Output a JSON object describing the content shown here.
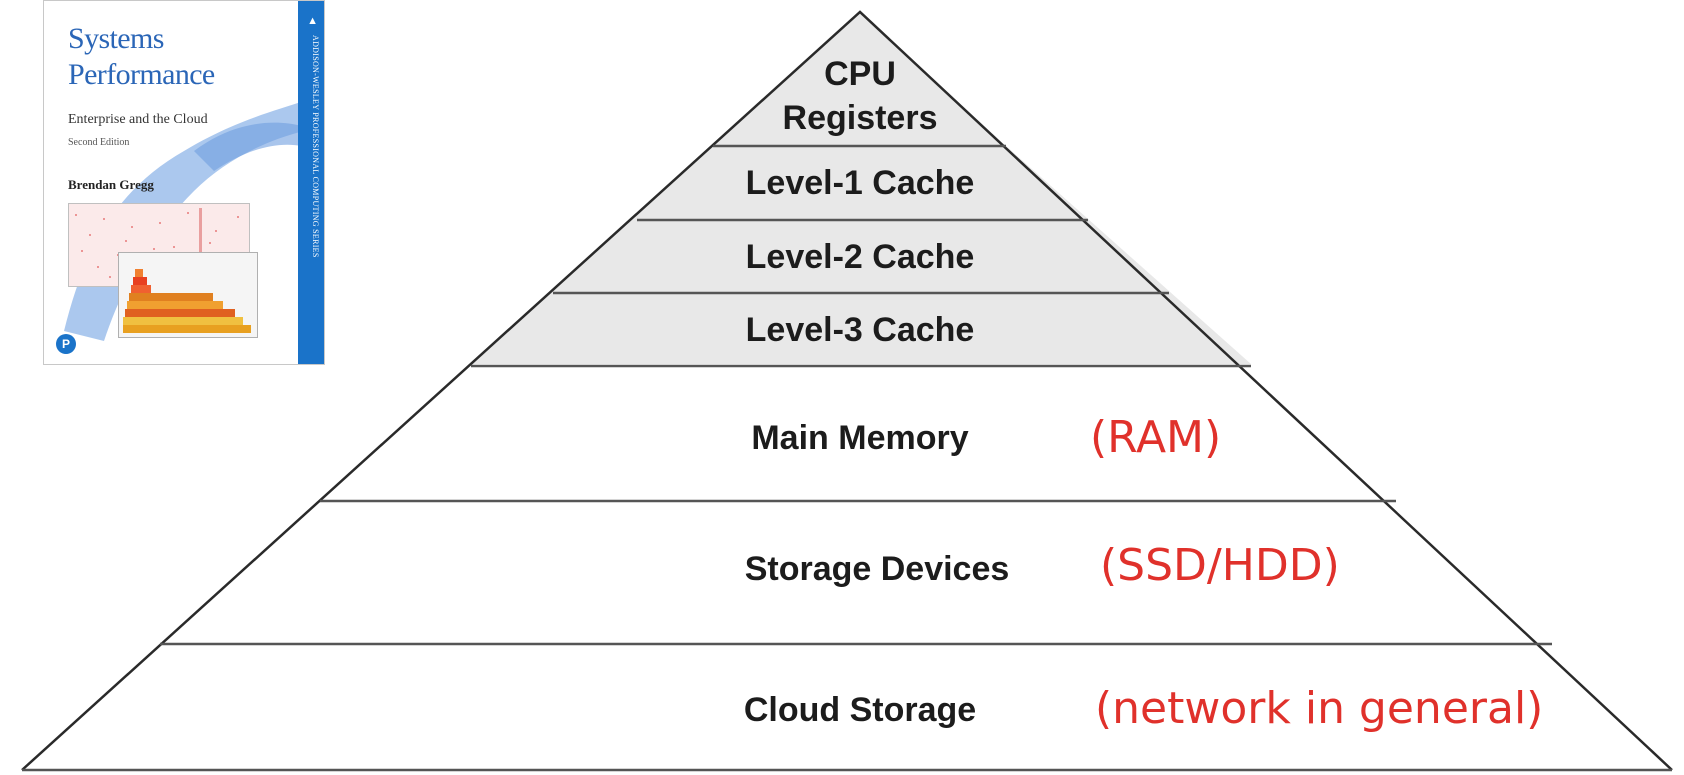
{
  "book": {
    "title_line1": "Systems",
    "title_line2": "Performance",
    "subtitle": "Enterprise and the Cloud",
    "edition": "Second Edition",
    "author": "Brendan Gregg",
    "spine_text": "ADDISON-WESLEY PROFESSIONAL COMPUTING SERIES",
    "publisher_logo": "P",
    "spine_color": "#1a73c9",
    "title_color": "#2b66b7"
  },
  "pyramid": {
    "fill_top": "#e8e8e8",
    "fill_bottom": "#ffffff",
    "layers": [
      {
        "name": "cpu-registers",
        "label_line1": "CPU",
        "label_line2": "Registers"
      },
      {
        "name": "level-1-cache",
        "label": "Level-1 Cache"
      },
      {
        "name": "level-2-cache",
        "label": "Level-2 Cache"
      },
      {
        "name": "level-3-cache",
        "label": "Level-3 Cache"
      },
      {
        "name": "main-memory",
        "label": "Main Memory",
        "note": "(RAM)"
      },
      {
        "name": "storage-devices",
        "label": "Storage Devices",
        "note": "(SSD/HDD)"
      },
      {
        "name": "cloud-storage",
        "label": "Cloud Storage",
        "note": "(network in general)"
      }
    ]
  },
  "note_color": "#e0312b"
}
